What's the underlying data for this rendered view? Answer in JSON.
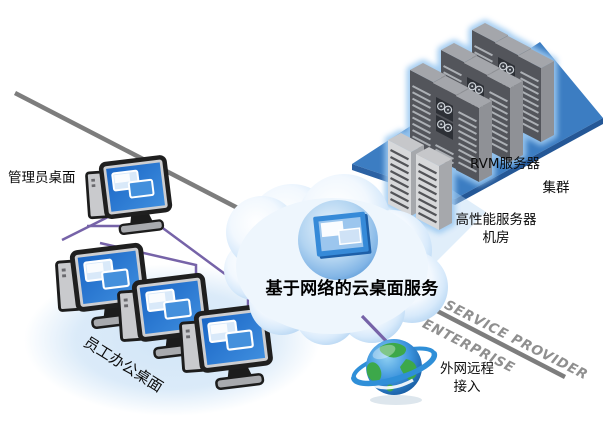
{
  "cloud": {
    "label": "基于网络的云桌面服务"
  },
  "nodes": {
    "admin_desktop": "管理员桌面",
    "staff_desktops": "员工办公桌面",
    "rvm_cluster": [
      "RVM服务器",
      "集群"
    ],
    "hpc_room": [
      "高性能服务器",
      "机房"
    ],
    "remote_access": [
      "外网远程",
      "接入"
    ]
  },
  "divider": {
    "above": "SERVICE PROVIDER",
    "below": "ENTERPRISE"
  },
  "colors": {
    "platform_blue": "#3c7dc2",
    "tower_glow_blue": "#9cc9f1",
    "link_purple": "#7663a8",
    "divider_gray": "#7d7d7d",
    "cloud_blue": "#bcd9f4",
    "screen_blue": "#2273cf",
    "globe_blue": "#2b7fd4",
    "globe_green": "#3da84a"
  }
}
